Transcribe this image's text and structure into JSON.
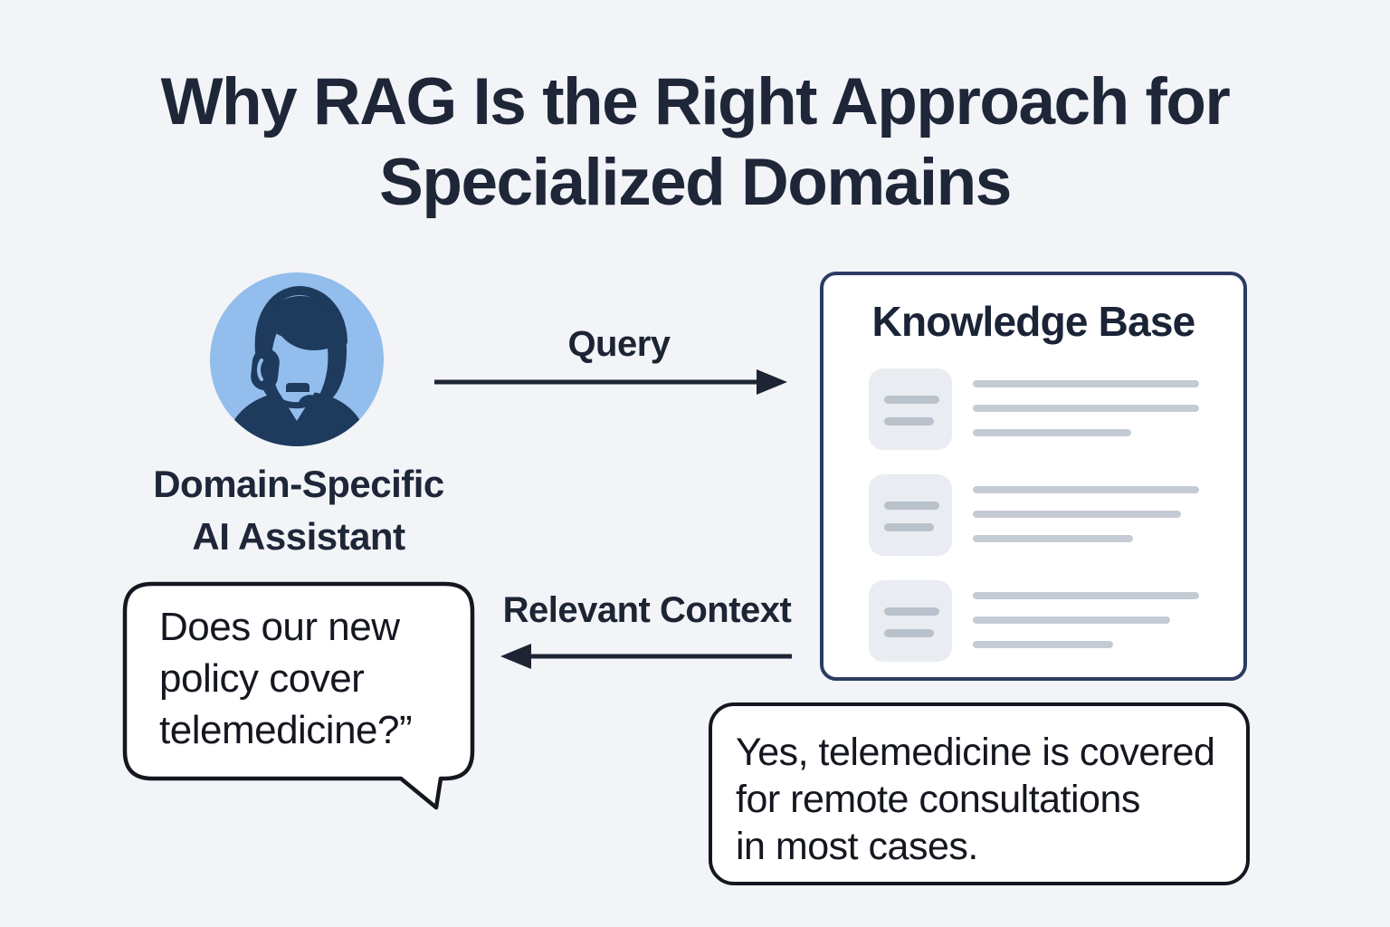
{
  "title": {
    "line1": "Why RAG Is the Right Approach for",
    "line2": "Specialized Domains"
  },
  "assistant": {
    "icon": "support-agent-headset-icon",
    "label_line1": "Domain-Specific",
    "label_line2": "AI Assistant"
  },
  "flow": {
    "query_label": "Query",
    "context_label": "Relevant Context"
  },
  "knowledge_base": {
    "title": "Knowledge Base",
    "rows": [
      {
        "icon": "document-icon",
        "line_widths": [
          250,
          250,
          175
        ]
      },
      {
        "icon": "document-icon",
        "line_widths": [
          250,
          230,
          177
        ]
      },
      {
        "icon": "document-icon",
        "line_widths": [
          250,
          218,
          155
        ]
      }
    ]
  },
  "question_bubble": {
    "lines": [
      "Does our new",
      "policy cover",
      "telemedicine?”"
    ]
  },
  "answer_bubble": {
    "lines": [
      "Yes, telemedicine is covered",
      "for remote consultations",
      "in most cases."
    ]
  },
  "colors": {
    "background": "#f2f4f8",
    "heading_text": "#1e2638",
    "body_text": "#14171f",
    "avatar_circle": "#92bdec",
    "avatar_figure": "#1e3a5c",
    "kb_border": "#2b3c64",
    "kb_fill": "#ffffff",
    "doc_icon_bg": "#e9edf2",
    "doc_icon_line": "#b9c1cb",
    "doc_text_line": "#c5cbd4",
    "arrow": "#1d2433",
    "bubble_border": "#14171f"
  }
}
